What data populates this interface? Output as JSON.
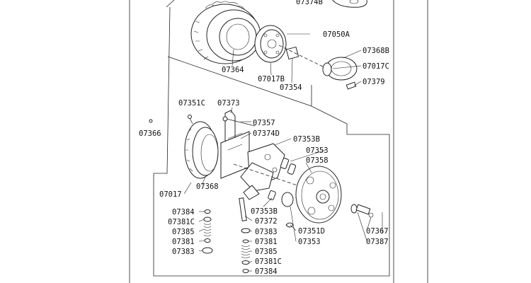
{
  "labels": {
    "p07374B_top": "07374B",
    "p07050A": "07050A",
    "p07368B": "07368B",
    "p07017C": "07017C",
    "p07379": "07379",
    "p07364": "07364",
    "p07017B": "07017B",
    "p07354": "07354",
    "p07351C": "07351C",
    "p07373": "07373",
    "p07366": "07366",
    "p07357": "07357",
    "p07374D": "07374D",
    "p07353B_a": "07353B",
    "p07353_a": "07353",
    "p07358": "07358",
    "p07017": "07017",
    "p07368": "07368",
    "p07384_l": "07384",
    "p07381C_l": "07381C",
    "p07385_l": "07385",
    "p07381_l": "07381",
    "p07383_l": "07383",
    "p07353B_b": "07353B",
    "p07372": "07372",
    "p07383_m": "07383",
    "p07381_m": "07381",
    "p07385_m": "07385",
    "p07381C_m": "07381C",
    "p07384_m": "07384",
    "p07351D": "07351D",
    "p07353_b": "07353",
    "p07367": "07367",
    "p07387": "07387"
  }
}
